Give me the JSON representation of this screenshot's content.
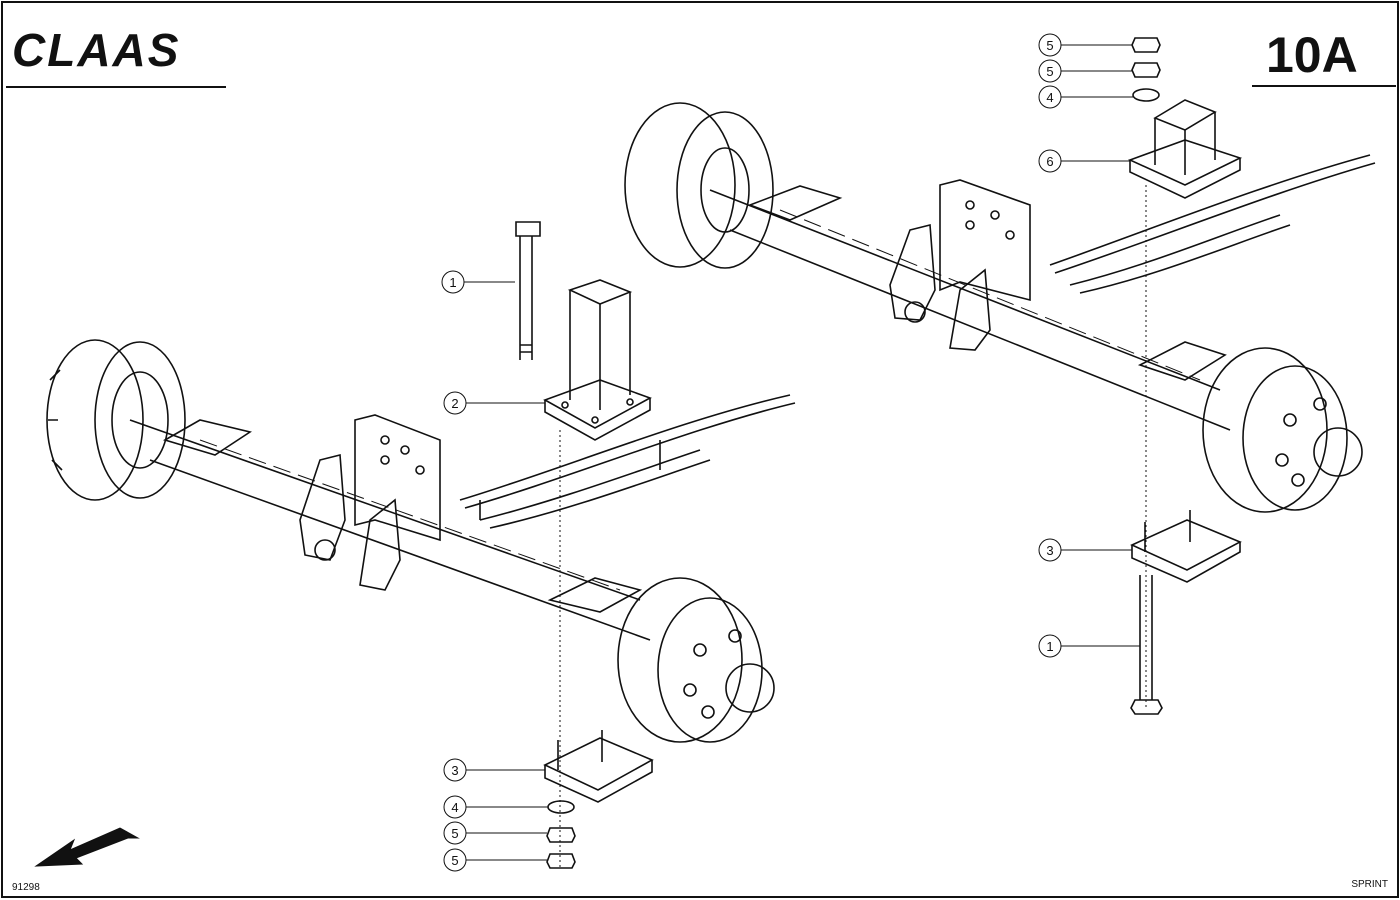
{
  "header": {
    "brand": "CLAAS",
    "sheet": "10A"
  },
  "footer": {
    "code": "91298",
    "model": "SPRINT"
  },
  "callouts": {
    "left": [
      "1",
      "2",
      "3",
      "4",
      "5",
      "5"
    ],
    "right": [
      "5",
      "5",
      "4",
      "6",
      "3",
      "1"
    ]
  },
  "icons": {
    "direction": "direction-arrow-icon",
    "wheel": "wheel-hub-icon"
  },
  "colors": {
    "ink": "#111111",
    "paper": "#ffffff"
  }
}
